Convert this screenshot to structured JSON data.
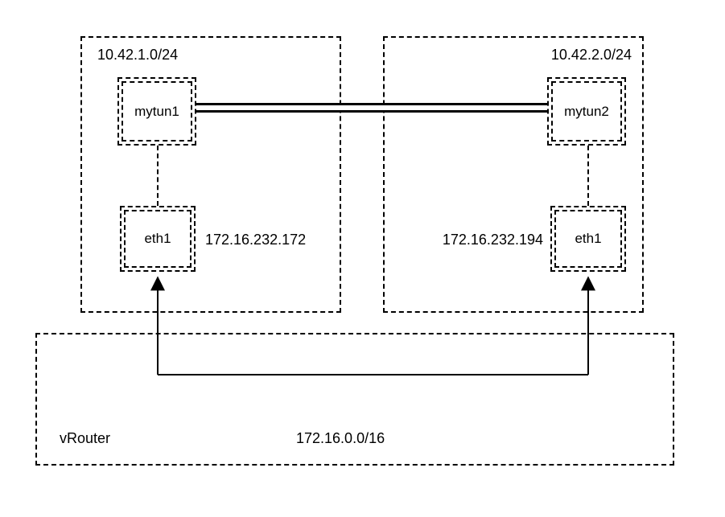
{
  "diagram": {
    "hosts": [
      {
        "subnet": "10.42.1.0/24",
        "tunnel_interface": "mytun1",
        "eth_interface": "eth1",
        "eth_ip": "172.16.232.172"
      },
      {
        "subnet": "10.42.2.0/24",
        "tunnel_interface": "mytun2",
        "eth_interface": "eth1",
        "eth_ip": "172.16.232.194"
      }
    ],
    "router": {
      "name": "vRouter",
      "subnet": "172.16.0.0/16"
    }
  }
}
